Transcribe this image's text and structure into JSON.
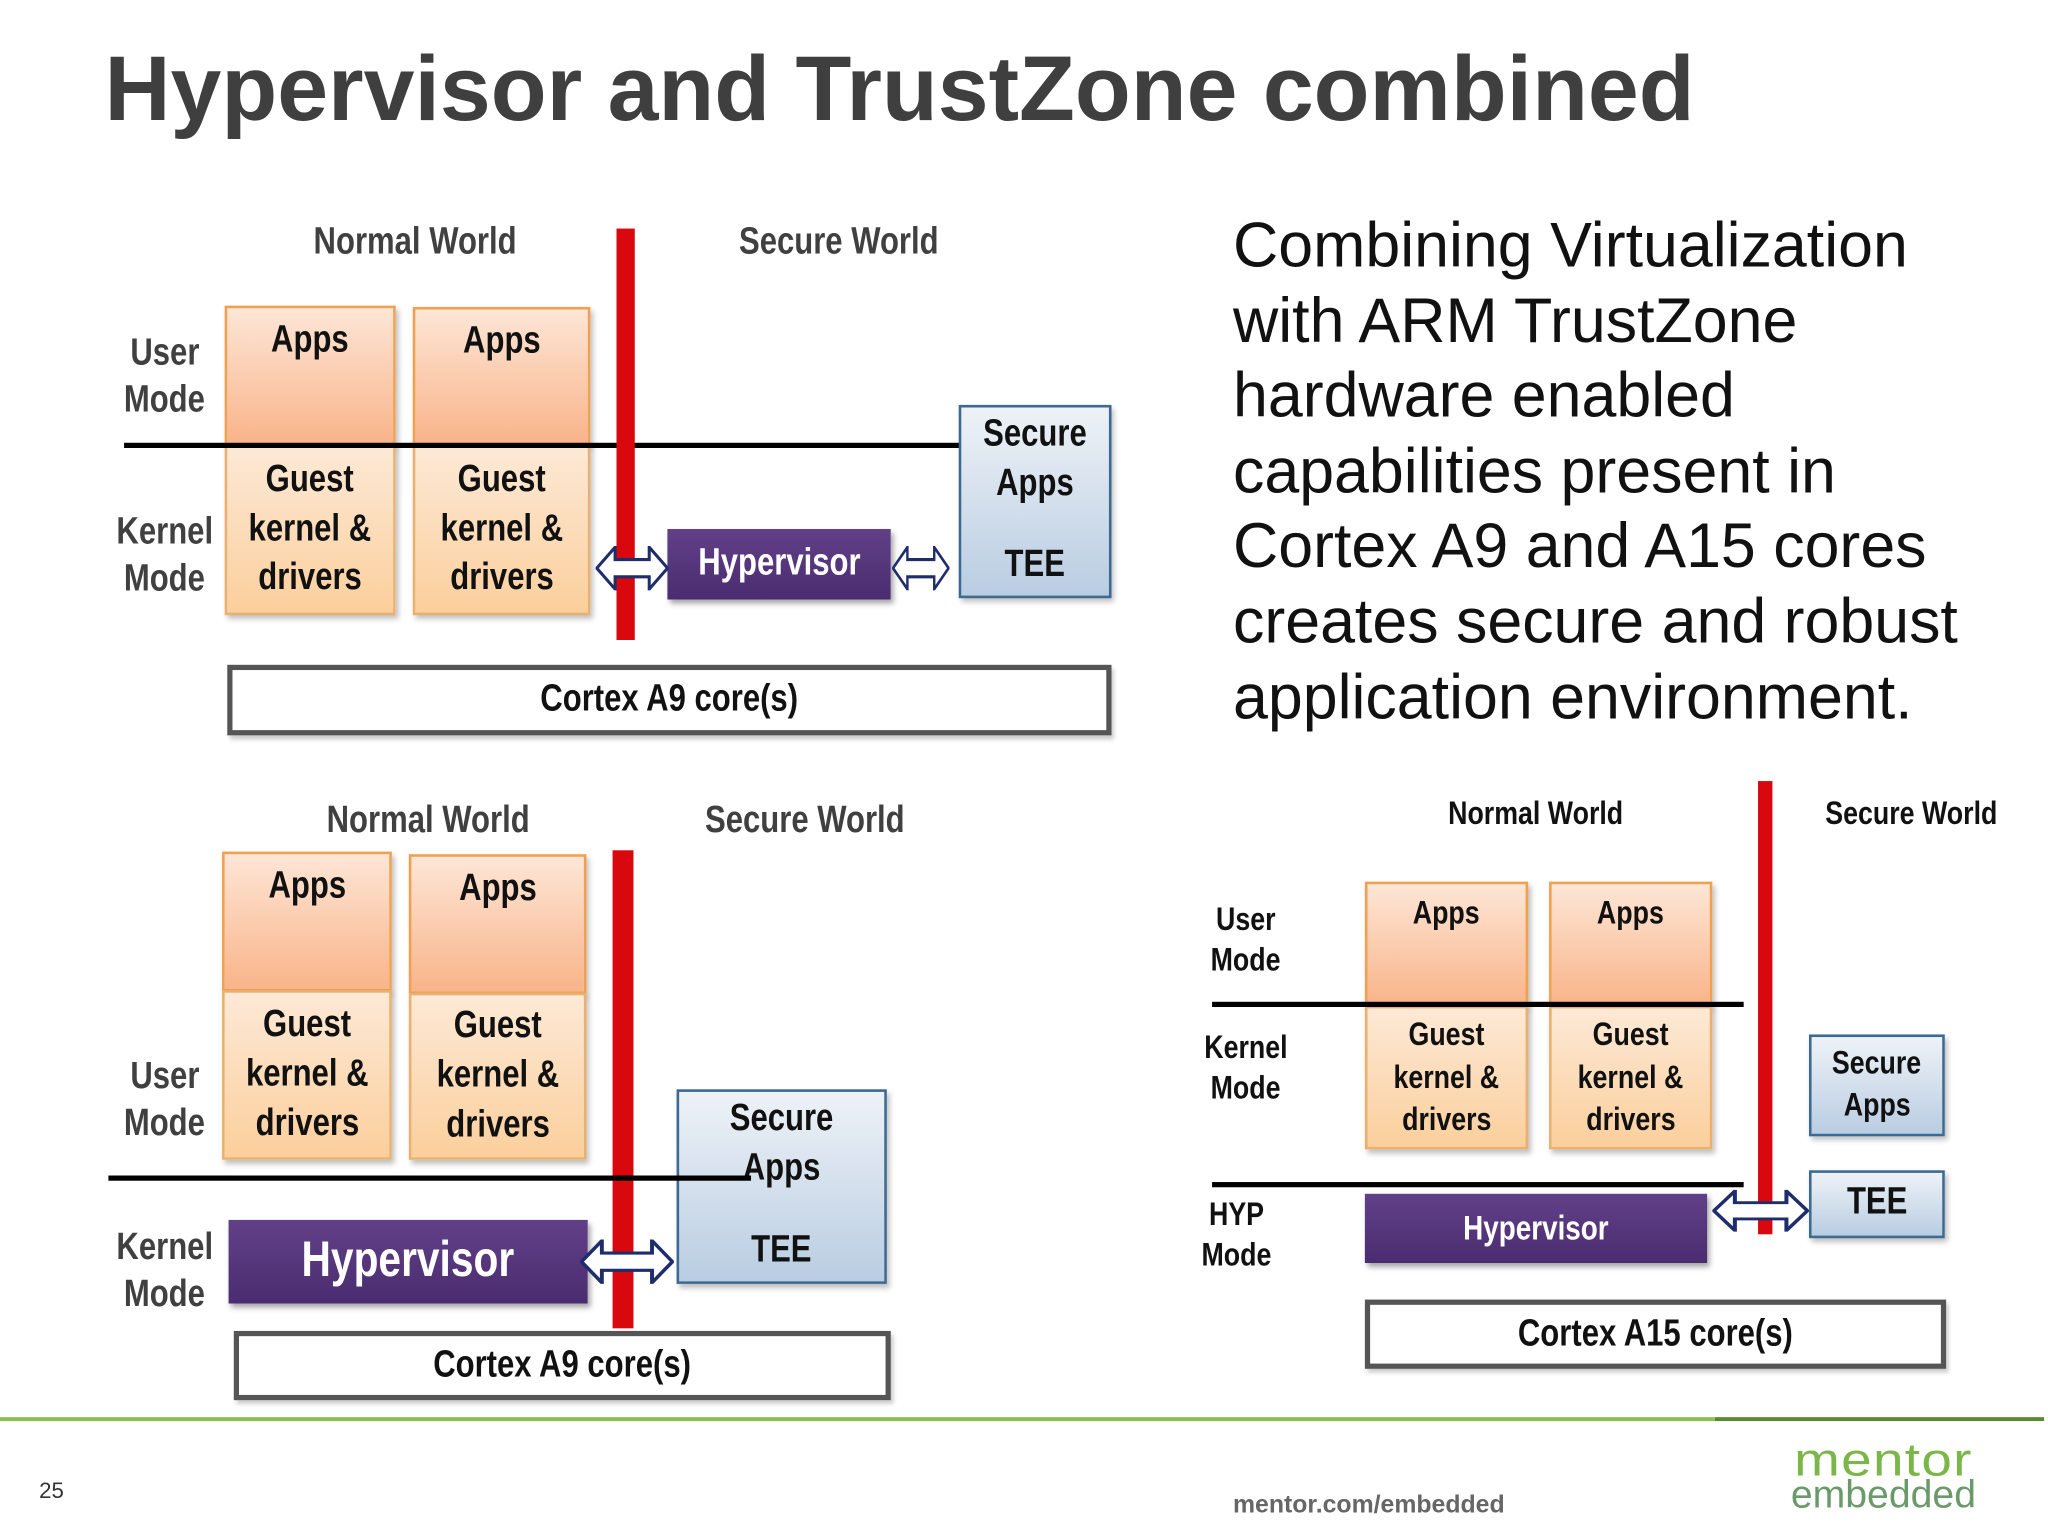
{
  "title": "Hypervisor and TrustZone combined",
  "body_lines": [
    "Combining Virtualization",
    "with ARM TrustZone",
    "hardware enabled",
    "capabilities present in",
    "Cortex A9 and A15 cores",
    "creates secure and robust",
    "application environment."
  ],
  "diagram_a9_top": {
    "normal_world": "Normal World",
    "secure_world": "Secure World",
    "user_mode": [
      "User",
      "Mode"
    ],
    "kernel_mode": [
      "Kernel",
      "Mode"
    ],
    "apps": "Apps",
    "guest": [
      "Guest",
      "kernel &",
      "drivers"
    ],
    "secure_apps": [
      "Secure",
      "Apps"
    ],
    "tee": "TEE",
    "hypervisor": "Hypervisor",
    "core": "Cortex A9 core(s)"
  },
  "diagram_a9_bottom": {
    "normal_world": "Normal World",
    "secure_world": "Secure World",
    "user_mode": [
      "User",
      "Mode"
    ],
    "kernel_mode": [
      "Kernel",
      "Mode"
    ],
    "apps": "Apps",
    "guest": [
      "Guest",
      "kernel &",
      "drivers"
    ],
    "secure_apps": [
      "Secure",
      "Apps"
    ],
    "tee": "TEE",
    "hypervisor": "Hypervisor",
    "core": "Cortex A9 core(s)"
  },
  "diagram_a15": {
    "normal_world": "Normal World",
    "secure_world": "Secure World",
    "user_mode": [
      "User",
      "Mode"
    ],
    "kernel_mode": [
      "Kernel",
      "Mode"
    ],
    "hyp_mode": [
      "HYP",
      "Mode"
    ],
    "apps": "Apps",
    "guest": [
      "Guest",
      "kernel &",
      "drivers"
    ],
    "secure_apps": [
      "Secure",
      "Apps"
    ],
    "tee": "TEE",
    "hypervisor": "Hypervisor",
    "core": "Cortex A15 core(s)"
  },
  "footer": {
    "page_number": "25",
    "url": "mentor.com/embedded",
    "logo": [
      "mentor",
      "embedded"
    ]
  },
  "colors": {
    "world_divider": "#d9070e",
    "hypervisor": "#553679",
    "footer_line_light": "#8cc152",
    "footer_line_dark": "#5a8a30",
    "logo_green": "#7ab648"
  }
}
